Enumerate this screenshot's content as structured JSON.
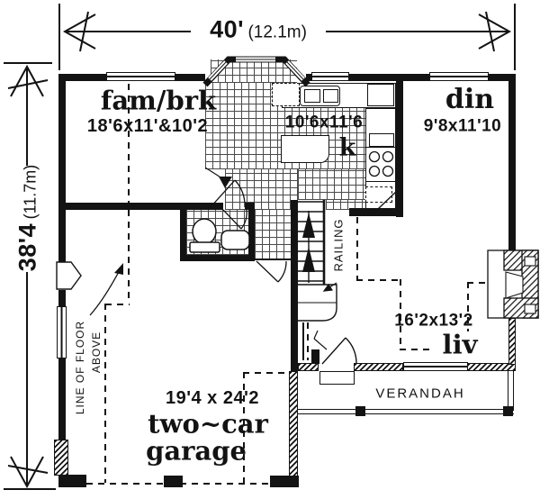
{
  "dimensions": {
    "width_feet": "40'",
    "width_metric": "(12.1m)",
    "height_feet": "38'4",
    "height_metric": "(11.7m)"
  },
  "rooms": {
    "family": {
      "name": "fam/brk",
      "size": "18'6x11'&10'2"
    },
    "kitchen": {
      "name": "k",
      "size": "10'6x11'6"
    },
    "dining": {
      "name": "din",
      "size": "9'8x11'10"
    },
    "living": {
      "name": "liv",
      "size": "16'2x13'2"
    },
    "garage": {
      "size": "19'4 x 24'2",
      "name_line1": "two~car",
      "name_line2": "garage"
    },
    "verandah": {
      "name": "VERANDAH"
    }
  },
  "labels": {
    "railing": "RAILING",
    "floor_above_line1": "LINE OF FLOOR",
    "floor_above_line2": "ABOVE"
  },
  "colors": {
    "ink": "#131313",
    "paper": "#ffffff"
  }
}
